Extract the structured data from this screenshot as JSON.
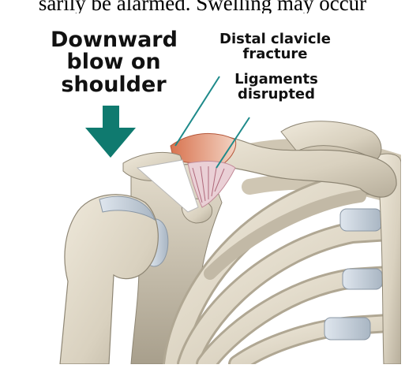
{
  "top_text": "sarily be alarmed. Swelling may occur",
  "labels": {
    "blow_line1": "Downward",
    "blow_line2": "blow on",
    "blow_line3": "shoulder",
    "fracture_line1": "Distal clavicle",
    "fracture_line2": "fracture",
    "ligaments_line1": "Ligaments",
    "ligaments_line2": "disrupted"
  },
  "colors": {
    "arrow": "#0f7a6f",
    "leader_line": "#1e8a8a",
    "bone": "#d8d0c0",
    "cartilage": "#c7d2dc",
    "fracture": "#e08a6a",
    "ligament": "#e8c8d0"
  },
  "icons": {
    "arrow": "down-arrow-icon"
  }
}
